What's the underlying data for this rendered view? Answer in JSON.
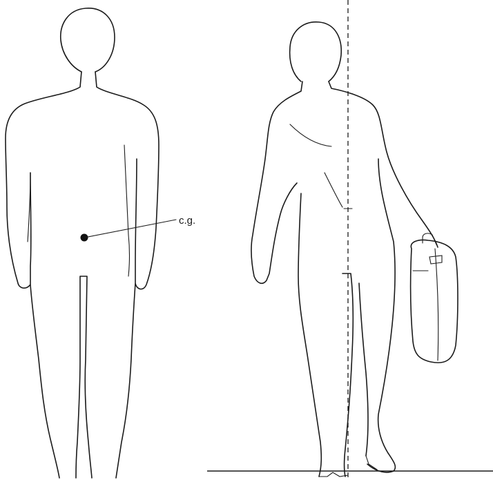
{
  "diagram": {
    "annotations": {
      "cg_label": "c.g."
    },
    "elements": [
      {
        "name": "front-standing-figure",
        "kind": "body-outline"
      },
      {
        "name": "center-of-gravity-dot",
        "kind": "point"
      },
      {
        "name": "walking-figure-carrying-case",
        "kind": "body-outline"
      },
      {
        "name": "carried-case",
        "kind": "object"
      },
      {
        "name": "vertical-gravity-line",
        "kind": "dashed-line"
      },
      {
        "name": "ground-line",
        "kind": "line"
      }
    ]
  }
}
